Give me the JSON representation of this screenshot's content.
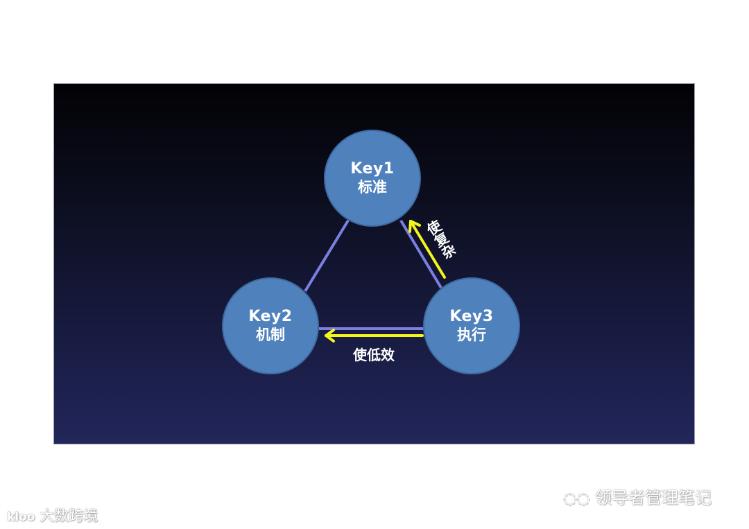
{
  "diagram": {
    "nodes": [
      {
        "id": "key1",
        "title": "Key1",
        "label": "标准"
      },
      {
        "id": "key2",
        "title": "Key2",
        "label": "机制"
      },
      {
        "id": "key3",
        "title": "Key3",
        "label": "执行"
      }
    ],
    "edges": [
      {
        "from": "key1",
        "to": "key2"
      },
      {
        "from": "key1",
        "to": "key3"
      },
      {
        "from": "key2",
        "to": "key3"
      }
    ],
    "arrows": [
      {
        "from": "key3",
        "to": "key1",
        "label": "使复杂"
      },
      {
        "from": "key3",
        "to": "key2",
        "label": "使低效"
      }
    ],
    "colors": {
      "node_fill": "#4f81bd",
      "edge": "#7b7fe0",
      "arrow": "#f5f51e",
      "background_top": "#020205",
      "background_bottom": "#22265a"
    }
  },
  "watermarks": {
    "right": "领导者管理笔记",
    "left_logo": "kloo",
    "left": "大数跨境"
  }
}
